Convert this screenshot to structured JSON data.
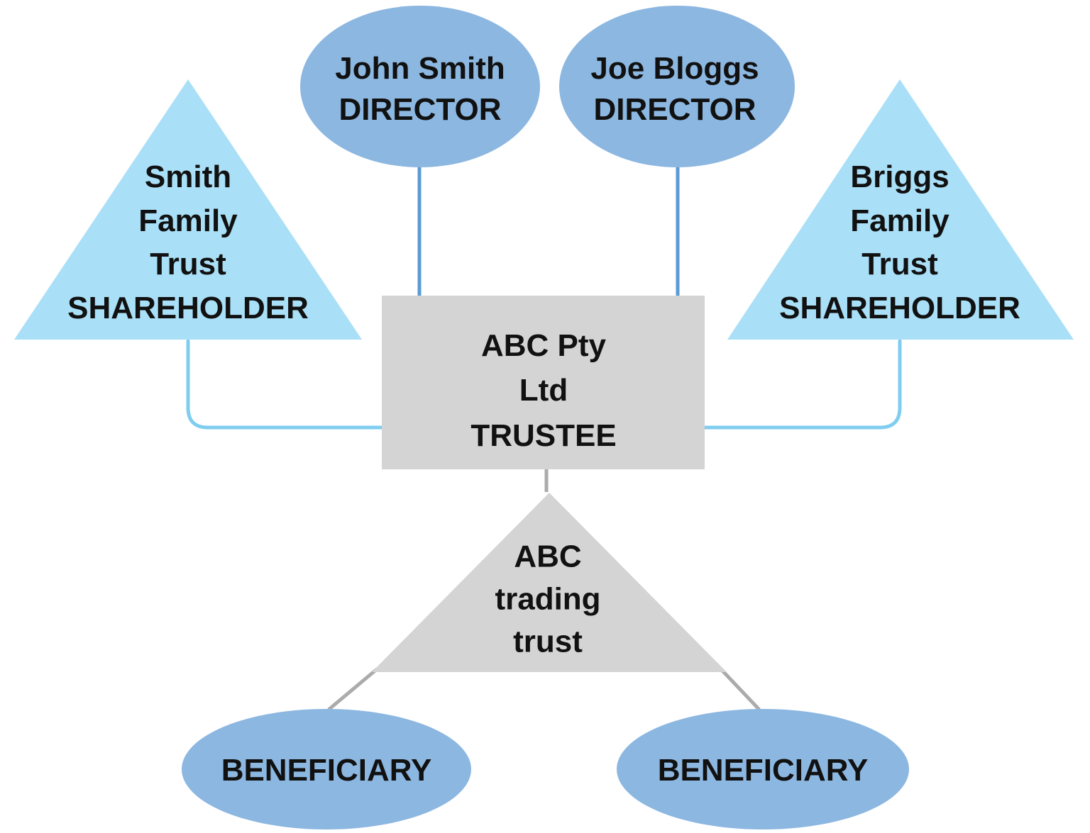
{
  "diagram": {
    "type": "trust-structure-flowchart",
    "colors": {
      "ellipse_fill": "#8CB7E1",
      "triangle_light_fill": "#A9DFF7",
      "gray_fill": "#D4D4D4",
      "connector_blue": "#5B9BD5",
      "connector_light_blue": "#7FCDEF",
      "connector_gray": "#ABABAB",
      "text": "#111111"
    },
    "nodes": {
      "director_left": {
        "shape": "ellipse",
        "text": "John Smith\nDIRECTOR"
      },
      "director_right": {
        "shape": "ellipse",
        "text": "Joe Bloggs\nDIRECTOR"
      },
      "shareholder_left": {
        "shape": "triangle",
        "text": "Smith\nFamily\nTrust\nSHAREHOLDER"
      },
      "shareholder_right": {
        "shape": "triangle",
        "text": "Briggs\nFamily\nTrust\nSHAREHOLDER"
      },
      "trustee": {
        "shape": "rectangle",
        "text": "ABC Pty\nLtd\nTRUSTEE"
      },
      "trading_trust": {
        "shape": "triangle",
        "text": "ABC\ntrading\ntrust"
      },
      "beneficiary_left": {
        "shape": "ellipse",
        "text": "BENEFICIARY"
      },
      "beneficiary_right": {
        "shape": "ellipse",
        "text": "BENEFICIARY"
      }
    }
  }
}
